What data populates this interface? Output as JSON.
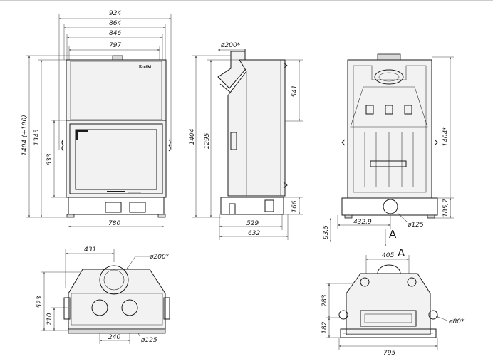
{
  "front_view": {
    "brand": "Kratki",
    "overall_width": "924",
    "width_864": "864",
    "width_846": "846",
    "width_797": "797",
    "base_width": "780",
    "total_height": "1404 (+100)",
    "height_1345": "1345",
    "door_height": "633"
  },
  "side_view": {
    "flue": "ø200*",
    "height_1404": "1404",
    "height_1295": "1295",
    "upper_depth": "541",
    "foot_height": "166",
    "depth_529": "529",
    "depth_632": "632"
  },
  "rear_view": {
    "height": "1404*",
    "bottom_height": "185,7",
    "offset": "432,9",
    "air_inlet": "ø125",
    "below_base": "93,5",
    "section_marker": "A"
  },
  "top_view": {
    "flue_offset": "431",
    "flue": "ø200*",
    "depth_523": "523",
    "depth_210": "210",
    "inlet_spacing": "240",
    "inlet": "ø125"
  },
  "bottom_view": {
    "section_marker": "A",
    "width_405": "405",
    "depth_283": "283",
    "depth_182": "182",
    "inlet": "ø80*",
    "width_795": "795"
  }
}
